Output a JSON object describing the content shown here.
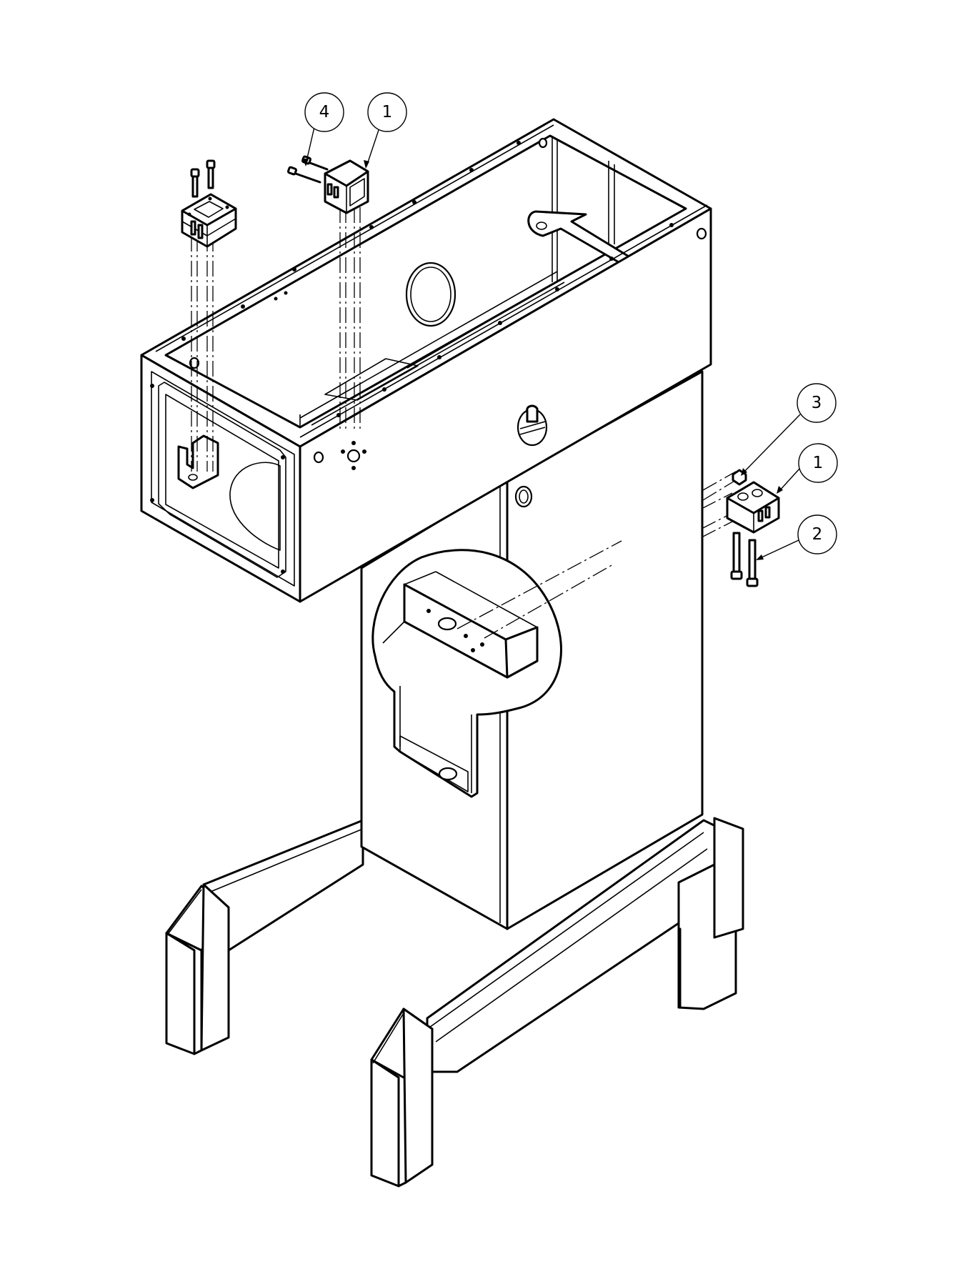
{
  "balloons": [
    {
      "label": "4"
    },
    {
      "label": "1"
    },
    {
      "label": "3"
    },
    {
      "label": "1"
    },
    {
      "label": "2"
    }
  ]
}
